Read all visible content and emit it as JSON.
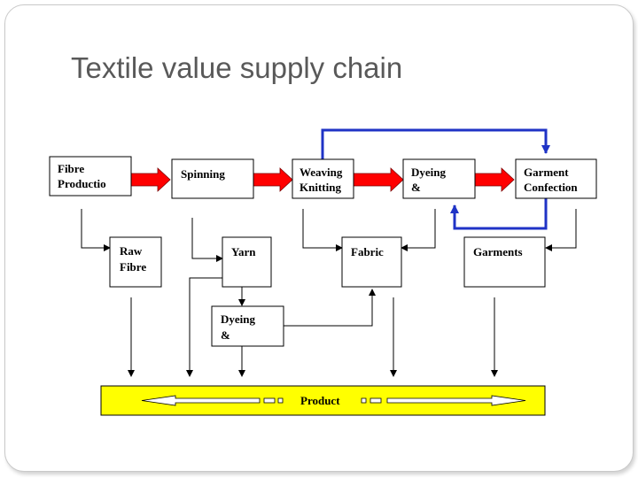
{
  "slide": {
    "title": "Textile value supply chain"
  },
  "nodes": {
    "fibre_production": {
      "line1": "Fibre",
      "line2": "Productio"
    },
    "spinning": {
      "line1": "Spinning"
    },
    "weaving_knitting": {
      "line1": "Weaving",
      "line2": "Knitting"
    },
    "dyeing_top": {
      "line1": "Dyeing",
      "line2": "&"
    },
    "garment_confection": {
      "line1": "Garment",
      "line2": "Confection"
    },
    "raw_fibre": {
      "line1": "Raw",
      "line2": "Fibre"
    },
    "yarn": {
      "line1": "Yarn"
    },
    "fabric": {
      "line1": "Fabric"
    },
    "garments": {
      "line1": "Garments"
    },
    "dyeing_bottom": {
      "line1": "Dyeing",
      "line2": "&"
    }
  },
  "product_bar": {
    "label": "Product",
    "fill_color": "#ffff00"
  },
  "colors": {
    "flow_arrow": "#ff0000",
    "feedback_line": "#1f33c6"
  }
}
